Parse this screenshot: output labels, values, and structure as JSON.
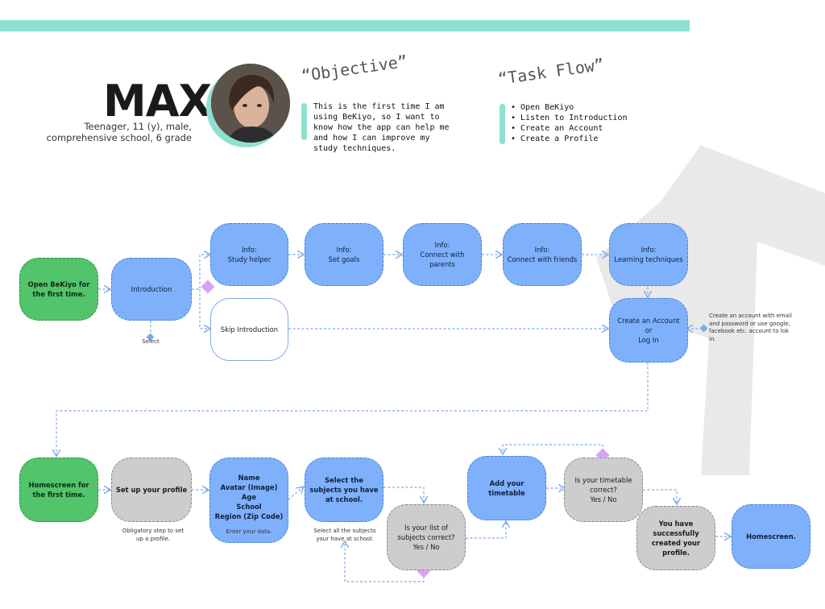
{
  "persona": {
    "name": "MAX",
    "description": "Teenager, 11 (y), male, comprehensive school, 6 grade"
  },
  "objective": {
    "heading": "“Objective”",
    "text": "This is the first time I am using BeKiyo, so I want to know how the app can help me and how I can improve my study techniques."
  },
  "task_flow": {
    "heading": "“Task Flow”",
    "items": [
      "Open BeKiyo",
      "Listen to Introduction",
      "Create an Account",
      "Create a Profile"
    ]
  },
  "flow": {
    "open": "Open BeKiyo for the first time.",
    "intro": "Introduction",
    "info_study": "Info:\nStudy helper",
    "info_goals": "Info:\nSet goals",
    "info_parents": "Info:\nConnect with parents",
    "info_friends": "Info:\nConnect with friends",
    "info_learning": "Info:\nLearning techniques",
    "skip": "Skip Introduction",
    "create_account": "Create an Account\nor\nLog In",
    "homescreen_first": "Homescreen for the first time.",
    "setup_profile": "Set up your profile",
    "profile_fields": "Name\nAvatar (Image)\nAge\nSchool\nRegion (Zip Code)",
    "select_subjects": "Select the subjects you have at school.",
    "subjects_correct": "Is your list of subjects correct?\nYes / No",
    "add_timetable": "Add your timetable",
    "timetable_correct": "Is your timetable correct?\nYes / No",
    "success": "You have successfully created your profile.",
    "homescreen": "Homescreen."
  },
  "notes": {
    "select": "Select",
    "account_note": "Create an account with email and password or use google, facebook etc. account to lok in.",
    "obligatory": "Obligatory step to set up a profile.",
    "enter_data": "Enter your data.",
    "select_all": "Select all the subjects your have at school."
  },
  "colors": {
    "accent": "#8fe0cf",
    "green": "#52c46b",
    "blue": "#7fb0fb",
    "grey": "#cdcdcd",
    "connector": "#7fa9ec",
    "decision": "#d9a3f5"
  }
}
